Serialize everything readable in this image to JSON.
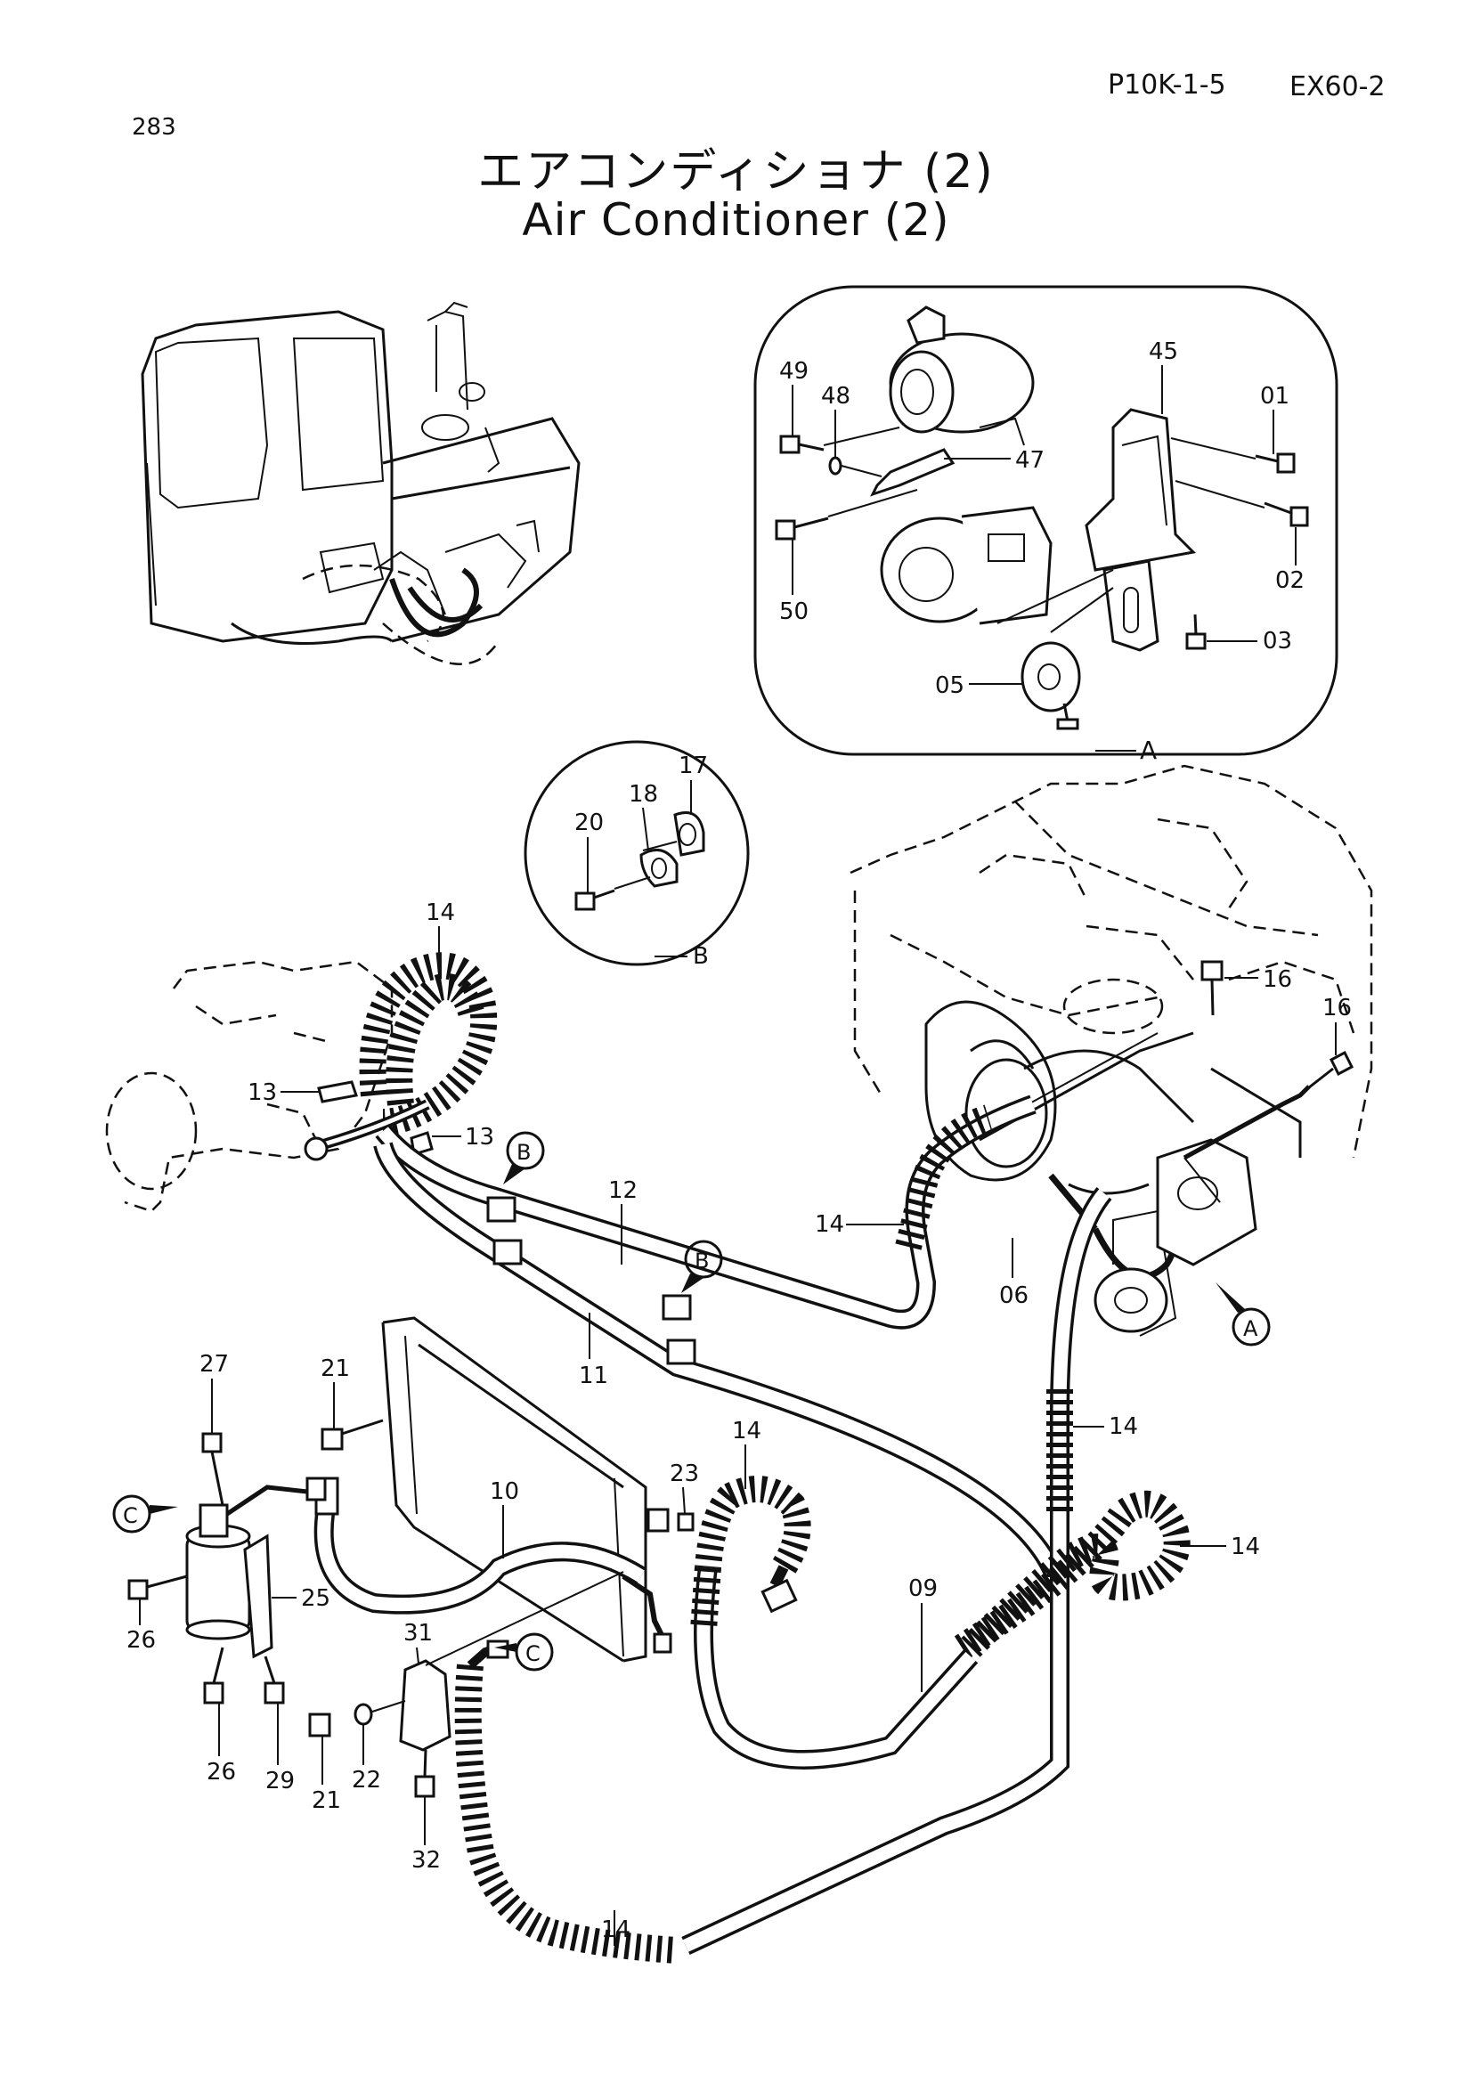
{
  "header": {
    "page_number": "283",
    "code_left": "P10K-1-5",
    "code_right": "EX60-2",
    "title_jp": "エアコンディショナ (2)",
    "title_en": "Air Conditioner (2)"
  },
  "detail_labels": {
    "detail_a": "A",
    "detail_b": "B",
    "ref_b_1": "B",
    "ref_b_2": "B",
    "ref_a": "A",
    "ref_c_1": "C",
    "ref_c_2": "C"
  },
  "callouts": {
    "p49": "49",
    "p48": "48",
    "p47": "47",
    "p45": "45",
    "p01": "01",
    "p02": "02",
    "p03": "03",
    "p05": "05",
    "p50": "50",
    "p17": "17",
    "p18": "18",
    "p20": "20",
    "p14a": "14",
    "p14b": "14",
    "p14c": "14",
    "p14d": "14",
    "p14e": "14",
    "p14f": "14",
    "p13a": "13",
    "p13b": "13",
    "p12": "12",
    "p11": "11",
    "p16a": "16",
    "p16b": "16",
    "p06": "06",
    "p27": "27",
    "p21a": "21",
    "p21b": "21",
    "p10": "10",
    "p23": "23",
    "p25": "25",
    "p26a": "26",
    "p26b": "26",
    "p29": "29",
    "p22": "22",
    "p31": "31",
    "p32": "32",
    "p09": "09"
  }
}
